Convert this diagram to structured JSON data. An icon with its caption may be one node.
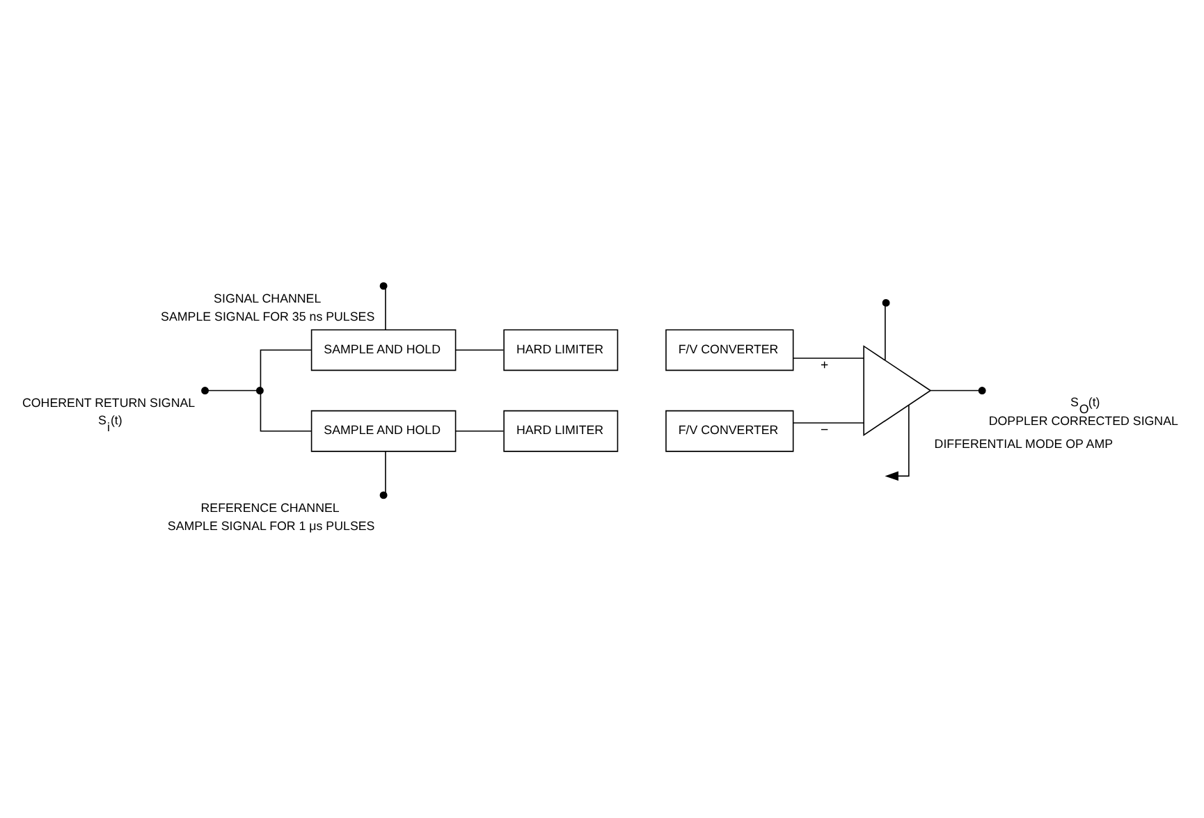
{
  "diagram": {
    "nodes": [
      {
        "text": [],
        "shape": "circle",
        "beside": [
          "COHERENT RETURN SIGNAL",
          "S$_{i}$(t)"
        ]
      },
      {
        "text": [],
        "shape": "circle"
      },
      {
        "text": [
          "SAMPLE AND HOLD"
        ]
      },
      {
        "text": [
          "HARD LIMITER"
        ]
      },
      {
        "text": [
          "F/V CONVERTER"
        ]
      },
      {
        "text": [
          "SAMPLE AND HOLD"
        ]
      },
      {
        "text": [
          "HARD LIMITER"
        ]
      },
      {
        "text": [
          "F/V CONVERTER"
        ]
      },
      {
        "text": [],
        "shape": "triangle",
        "beside": [
          "DIFFERENTIAL MODE OP AMP"
        ]
      },
      {
        "text": [],
        "shape": "circle",
        "beside": [
          "S$_{O}$(t)",
          "DOPPLER CORRECTED SIGNAL"
        ]
      },
      {
        "text": [],
        "shape": "circle",
        "beside": [
          "SIGNAL CHANNEL",
          "SAMPLE SIGNAL FOR 35 ns PULSES"
        ]
      },
      {
        "text": [],
        "shape": "circle",
        "beside": [
          "REFERENCE CHANNEL",
          "SAMPLE SIGNAL FOR 1 μs PULSES"
        ]
      },
      {
        "text": [],
        "shape": "circle"
      }
    ],
    "edges": [
      {
        "from": 0,
        "to": 1,
        "arrow": "none"
      },
      {
        "from": 1,
        "to": 2,
        "arrow": "none"
      },
      {
        "from": 1,
        "to": 5,
        "arrow": "none"
      },
      {
        "from": 2,
        "to": 3,
        "arrow": "none"
      },
      {
        "from": 5,
        "to": 6,
        "arrow": "none"
      },
      {
        "from": 4,
        "to": 8,
        "arrow": "none",
        "label": "+"
      },
      {
        "from": 7,
        "to": 8,
        "arrow": "none",
        "label": "−"
      },
      {
        "from": 8,
        "to": 9,
        "arrow": "none"
      },
      {
        "from": 10,
        "to": 2,
        "arrow": "none"
      },
      {
        "from": 11,
        "to": 5,
        "arrow": "none"
      },
      {
        "from": 12,
        "to": 8,
        "arrow": "none"
      },
      {
        "from": 8,
        "to": null,
        "arrow": "to"
      }
    ]
  }
}
